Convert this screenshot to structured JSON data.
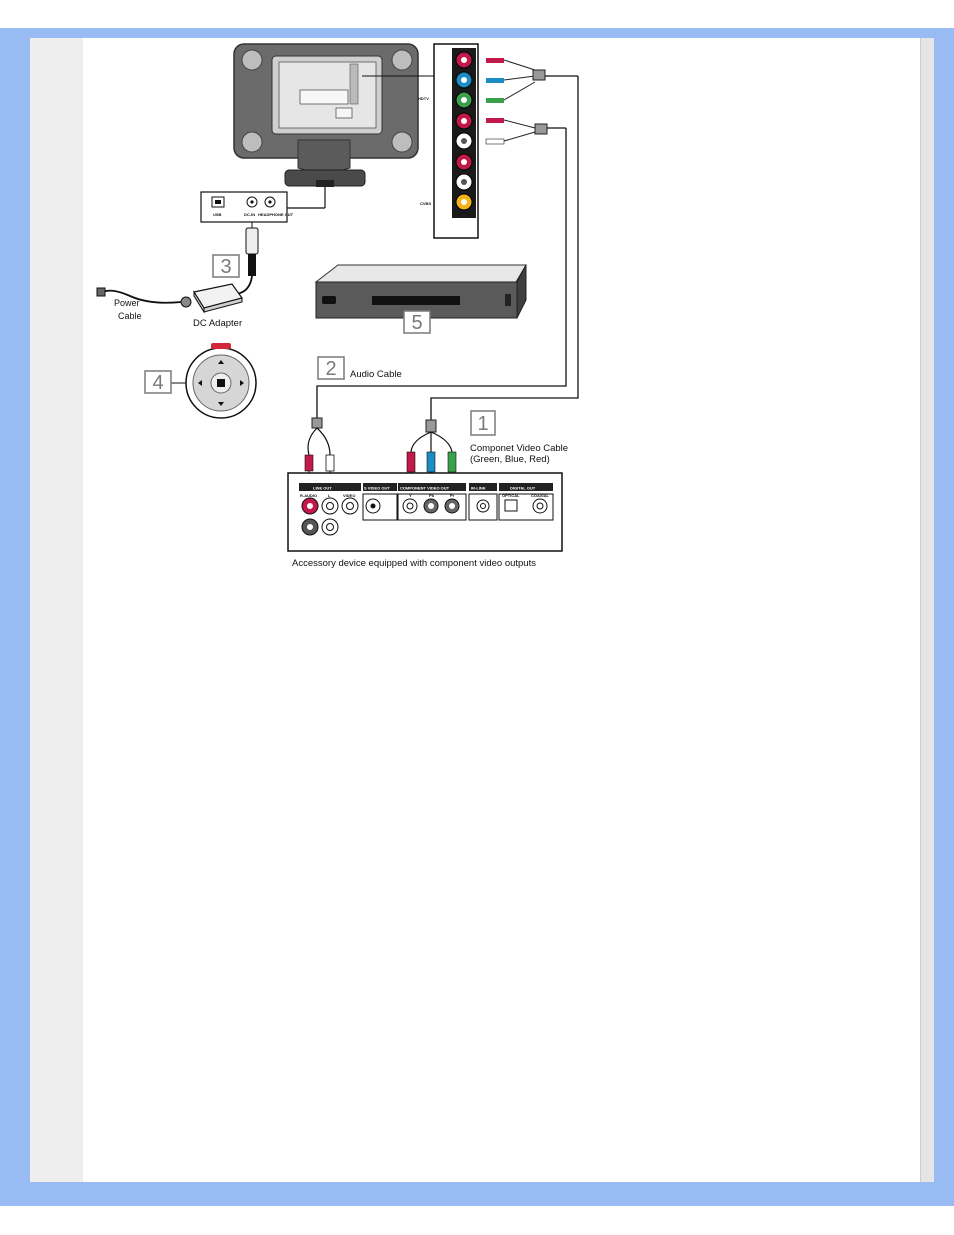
{
  "diagram": {
    "steps": {
      "one": "1",
      "two": "2",
      "three": "3",
      "four": "4",
      "five": "5"
    },
    "labels": {
      "power_cable_line1": "Power",
      "power_cable_line2": "Cable",
      "dc_adapter": "DC Adapter",
      "audio_cable": "Audio Cable",
      "component_cable_line1": "Componet Video Cable",
      "component_cable_line2": "(Green, Blue, Red)",
      "accessory_caption": "Accessory device equipped with component video outputs"
    },
    "monitor_panel": {
      "hdtv": "HDTV",
      "cvbs": "CVBS"
    },
    "adapter_box": {
      "usb": "USB",
      "dc_in": "DC-IN",
      "headphone": "HEADPHONE OUT"
    },
    "device_panel": {
      "line_out": "LINE OUT",
      "r_audio": "R-AUDIO",
      "l": "L",
      "video": "VIDEO",
      "s_video_out": "S VIDEO OUT",
      "component_video_out": "COMPONENT VIDEO OUT",
      "y": "Y",
      "pb": "Pb",
      "pr": "Pr",
      "ir_link": "IR-LINK",
      "digital_out": "DIGITAL OUT",
      "optical": "OPTICAL",
      "coaxial": "COAXIAL"
    },
    "colors": {
      "red": "#c2184a",
      "blue": "#1b8cc4",
      "green": "#3aa14a",
      "yellow": "#f2b418",
      "gray_port": "#444444"
    }
  }
}
